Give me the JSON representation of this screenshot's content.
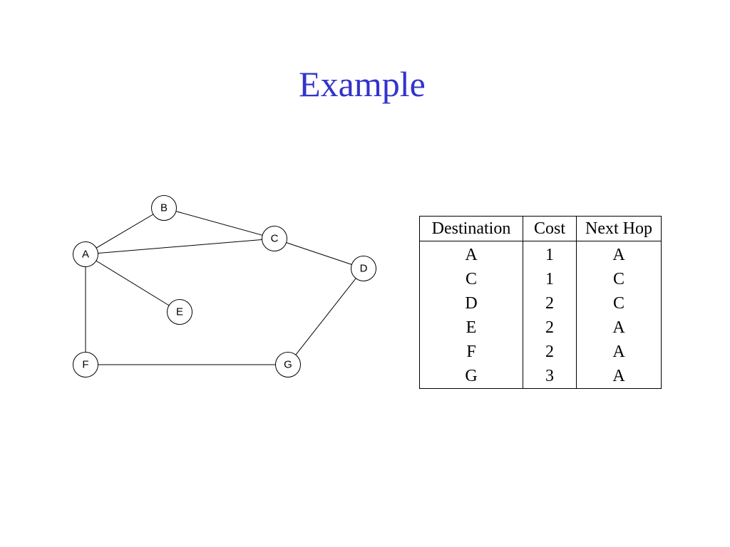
{
  "slide": {
    "title": "Example",
    "title_color": "#3333cc"
  },
  "graph": {
    "nodes": [
      {
        "id": "A",
        "label": "A"
      },
      {
        "id": "B",
        "label": "B"
      },
      {
        "id": "C",
        "label": "C"
      },
      {
        "id": "D",
        "label": "D"
      },
      {
        "id": "E",
        "label": "E"
      },
      {
        "id": "F",
        "label": "F"
      },
      {
        "id": "G",
        "label": "G"
      }
    ],
    "edges": [
      [
        "A",
        "B"
      ],
      [
        "A",
        "C"
      ],
      [
        "B",
        "C"
      ],
      [
        "A",
        "E"
      ],
      [
        "A",
        "F"
      ],
      [
        "C",
        "D"
      ],
      [
        "D",
        "G"
      ],
      [
        "F",
        "G"
      ]
    ]
  },
  "table": {
    "headers": [
      "Destination",
      "Cost",
      "Next Hop"
    ],
    "rows": [
      [
        "A",
        "1",
        "A"
      ],
      [
        "C",
        "1",
        "C"
      ],
      [
        "D",
        "2",
        "C"
      ],
      [
        "E",
        "2",
        "A"
      ],
      [
        "F",
        "2",
        "A"
      ],
      [
        "G",
        "3",
        "A"
      ]
    ]
  }
}
